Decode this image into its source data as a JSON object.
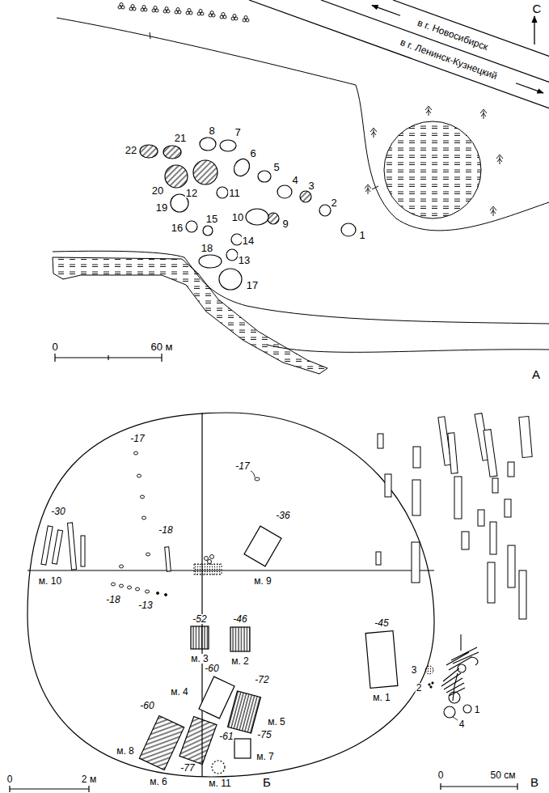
{
  "diagram": {
    "labels": [
      "С",
      "в г. Новосибирск",
      "в г. Ленинск-Кузнецкий",
      "1",
      "2",
      "3",
      "4",
      "5",
      "6",
      "7",
      "8",
      "9",
      "10",
      "11",
      "12",
      "13",
      "14",
      "15",
      "16",
      "17",
      "18",
      "19",
      "20",
      "21",
      "22",
      "0",
      "60 м",
      "А",
      "-17",
      "-17",
      "-30",
      "-18",
      "-36",
      "м. 10",
      "м. 9",
      "-18",
      "-13",
      "-52",
      "м. 3",
      "-46",
      "м. 2",
      "-45",
      "м. 1",
      "-60",
      "м. 4",
      "-72",
      "м. 5",
      "-60",
      "м. 8",
      "-61",
      "м. 6",
      "-75",
      "м. 7",
      "-77",
      "м. 11",
      "0",
      "2 м",
      "Б",
      "3",
      "2",
      "1",
      "4",
      "0",
      "50 см",
      "В"
    ]
  }
}
